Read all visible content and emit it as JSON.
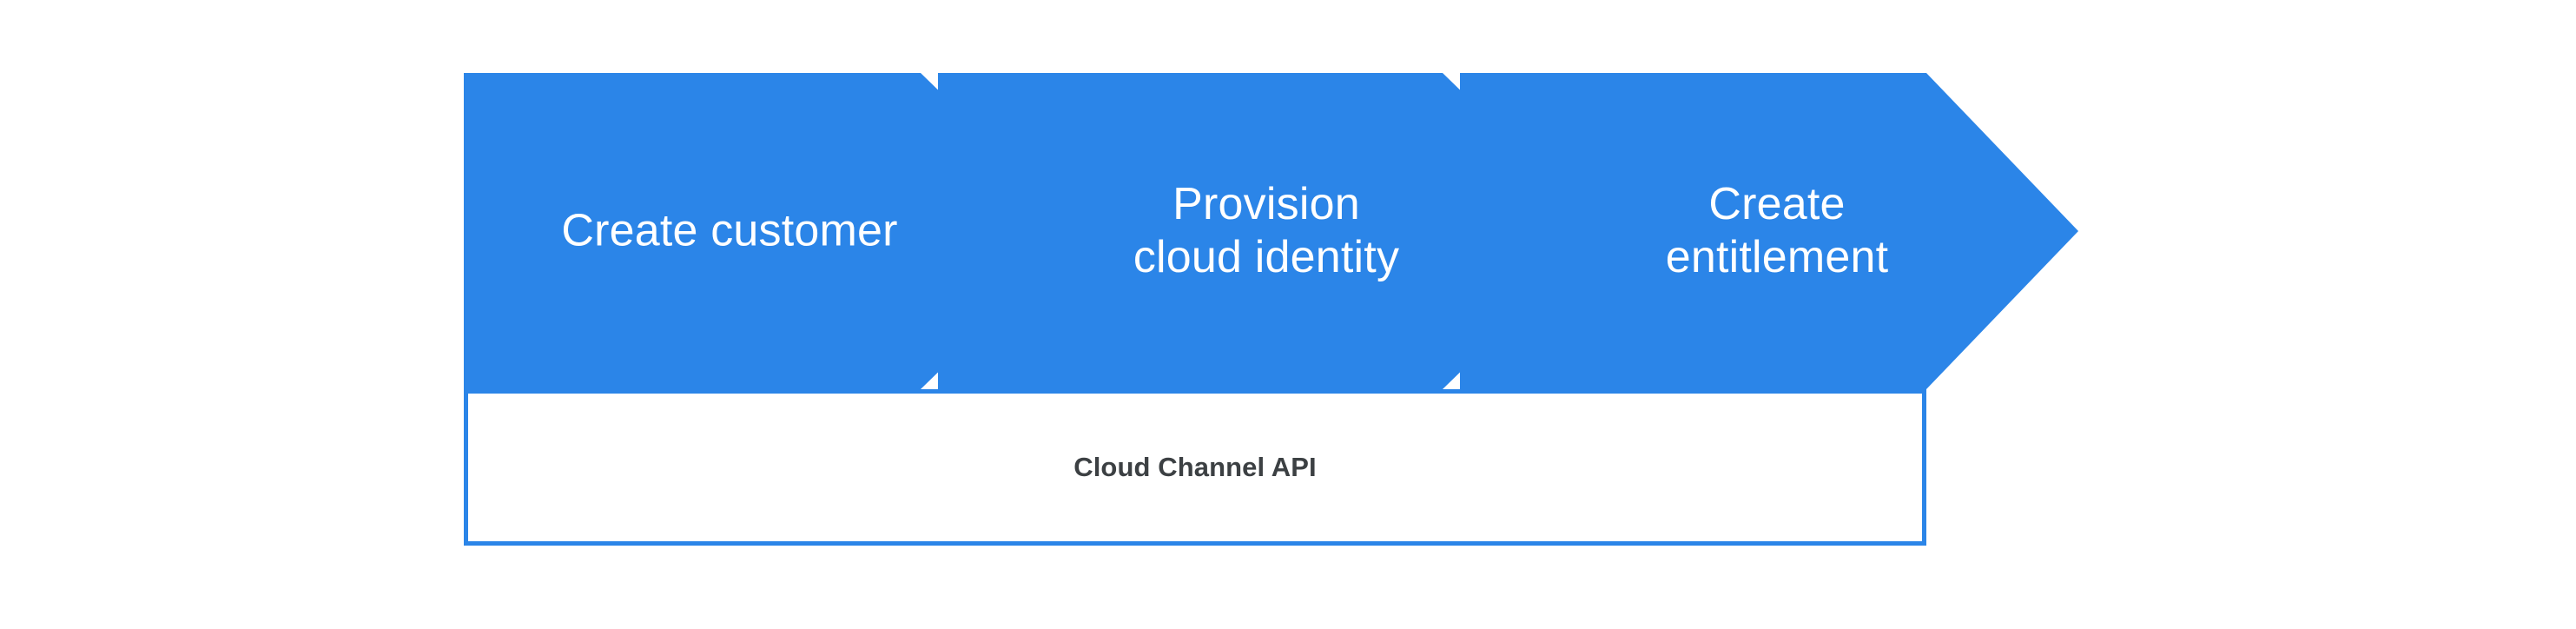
{
  "diagram": {
    "type": "process-flow-chevron",
    "background_color": "#ffffff",
    "accent_color": "#2b85e8",
    "steps": [
      {
        "id": "create-customer",
        "label": "Create customer",
        "order": 1
      },
      {
        "id": "provision-cloud-identity",
        "label": "Provision\ncloud identity",
        "order": 2
      },
      {
        "id": "create-entitlement",
        "label": "Create\nentitlement",
        "order": 3
      }
    ],
    "platform": {
      "id": "cloud-channel-api",
      "label": "Cloud Channel API",
      "text_color": "#3c4043",
      "border_color": "#2b85e8",
      "fill_color": "#ffffff"
    }
  }
}
